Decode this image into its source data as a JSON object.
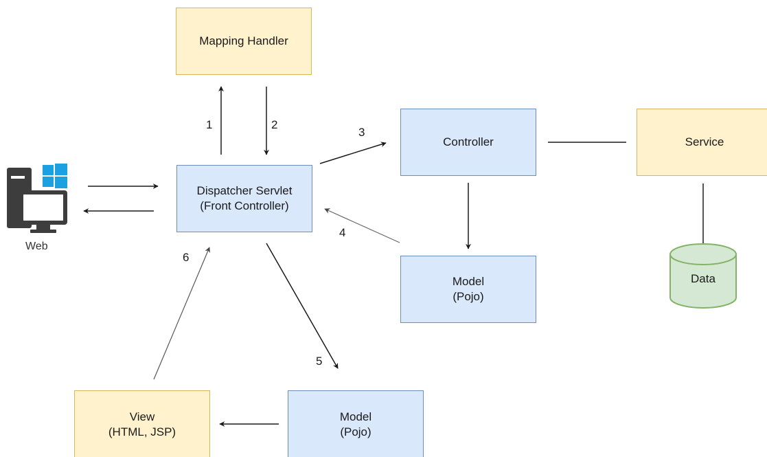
{
  "nodes": {
    "mapping_handler": {
      "label": "Mapping Handler"
    },
    "dispatcher": {
      "line1": "Dispatcher Servlet",
      "line2": "(Front Controller)"
    },
    "controller": {
      "label": "Controller"
    },
    "service": {
      "label": "Service"
    },
    "model_right": {
      "line1": "Model",
      "line2": "(Pojo)"
    },
    "model_bottom": {
      "line1": "Model",
      "line2": "(Pojo)"
    },
    "view": {
      "line1": "View",
      "line2": "(HTML, JSP)"
    },
    "data": {
      "label": "Data"
    },
    "web": {
      "label": "Web"
    }
  },
  "steps": [
    "1",
    "2",
    "3",
    "4",
    "5",
    "6"
  ],
  "colors": {
    "yellow_fill": "#fff2cc",
    "yellow_stroke": "#d6b656",
    "blue_fill": "#dae8fc",
    "blue_stroke": "#6c8ebf",
    "green_fill": "#d5e8d4",
    "green_stroke": "#82b366",
    "computer_icon": "#3d3d3d",
    "windows_logo": "#1ba1e2"
  },
  "icons": {
    "web": "computer-with-windows-logo-icon",
    "data": "database-cylinder-icon"
  }
}
